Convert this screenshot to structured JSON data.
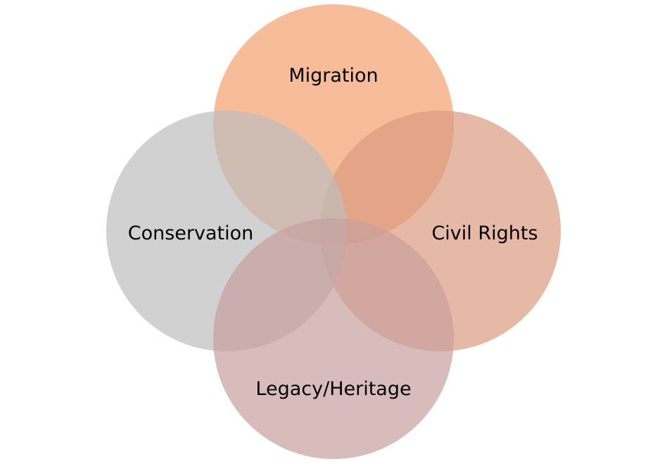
{
  "diagram": {
    "type": "venn",
    "circles": [
      {
        "label": "Migration",
        "color": "#f4a06f"
      },
      {
        "label": "Civil Rights",
        "color": "#dc9a80"
      },
      {
        "label": "Conservation",
        "color": "#bebebe"
      },
      {
        "label": "Legacy/Heritage",
        "color": "#c8a09e"
      }
    ]
  }
}
